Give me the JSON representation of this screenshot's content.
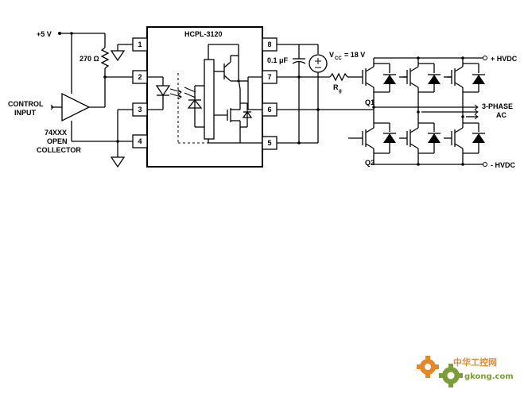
{
  "diagram": {
    "chip_name": "HCPL-3120",
    "pins": [
      "1",
      "2",
      "3",
      "4",
      "5",
      "6",
      "7",
      "8"
    ],
    "supply_label": "+5 V",
    "resistor_label": "270 Ω",
    "control_label_line1": "CONTROL",
    "control_label_line2": "INPUT",
    "logic_label_line1": "74XXX",
    "logic_label_line2": "OPEN",
    "logic_label_line3": "COLLECTOR",
    "cap_label": "0.1 μF",
    "vcc_label_main": "V",
    "vcc_label_sub": "CC",
    "vcc_label_value": "= 18 V",
    "gate_res_label_main": "R",
    "gate_res_label_sub": "g",
    "q1_label": "Q1",
    "q2_label": "Q2",
    "pos_rail_label": "+ HVDC",
    "neg_rail_label": "- HVDC",
    "output_label_line1": "3-PHASE",
    "output_label_line2": "AC"
  },
  "watermark": {
    "text": "中华工控网",
    "url": "gkong.com",
    "colors": {
      "gear_orange": "#e5882a",
      "gear_green": "#7d9d3a"
    }
  }
}
